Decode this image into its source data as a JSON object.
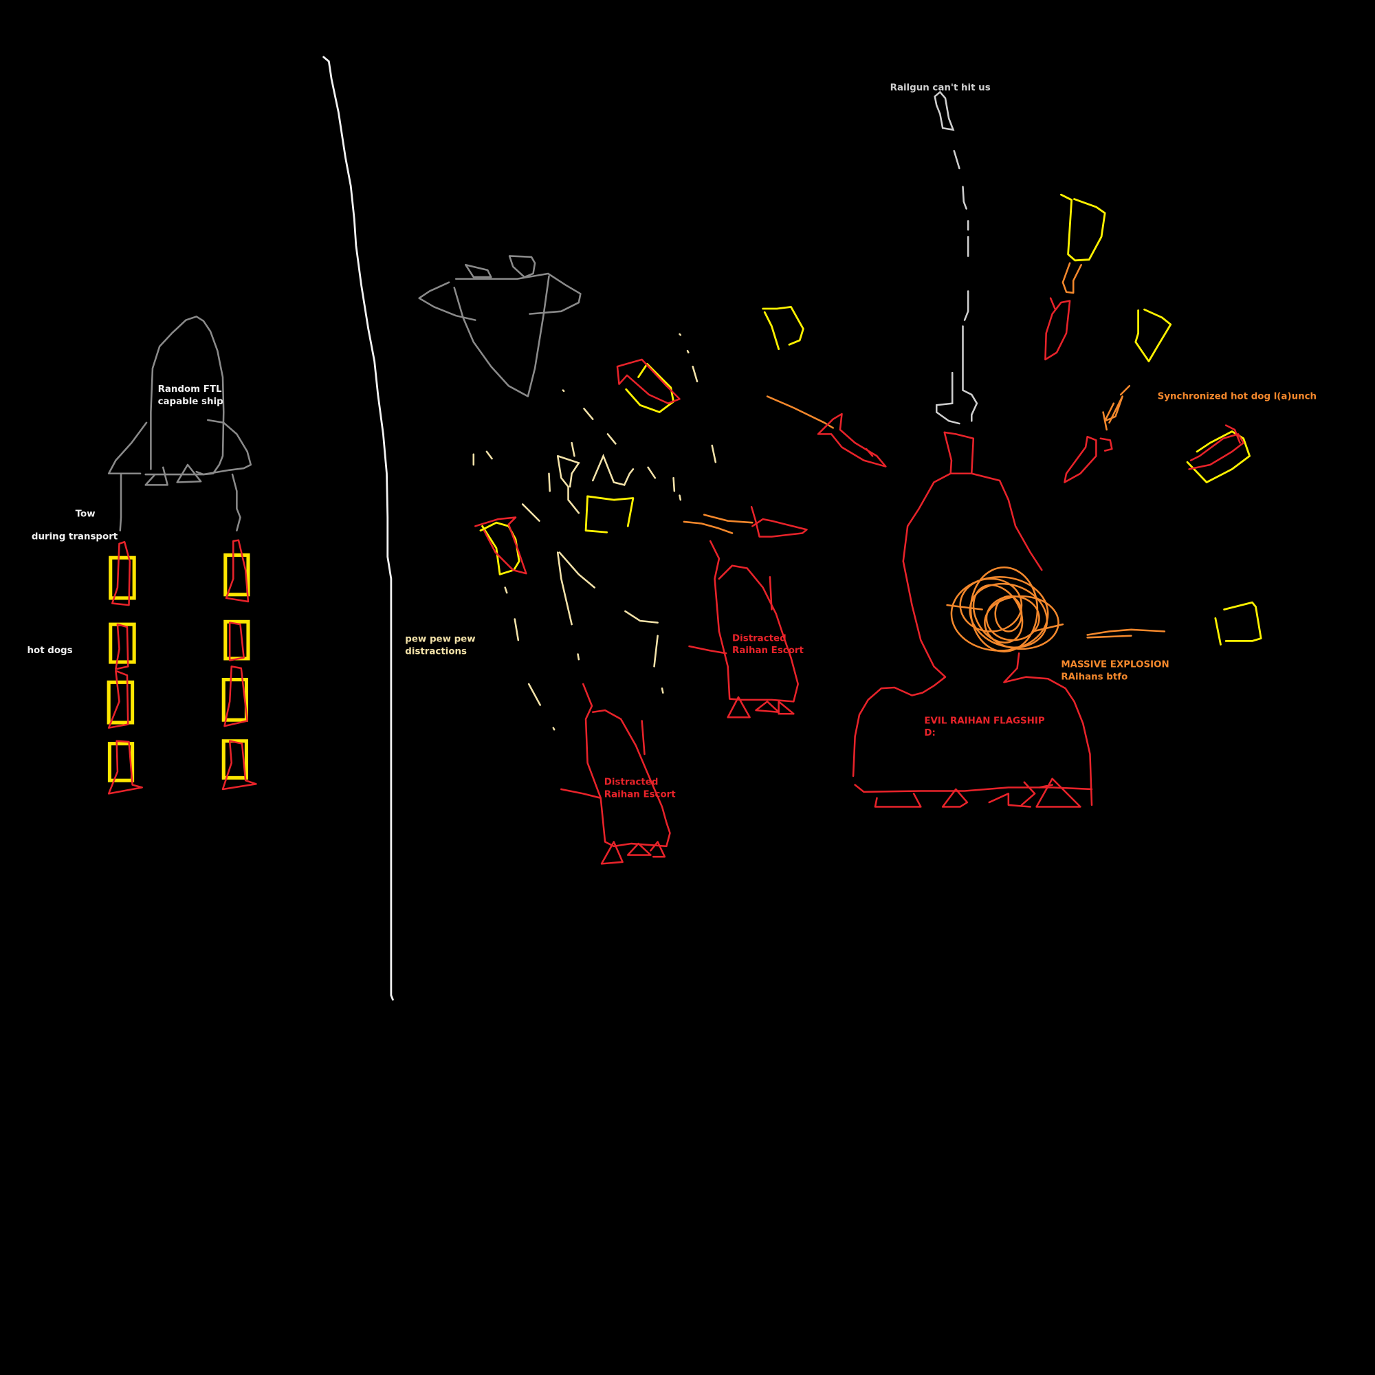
{
  "labels": {
    "ftl_ship": [
      "Random FTL",
      "capable ship"
    ],
    "tow": "Tow",
    "during_transport": "during transport",
    "hot_dogs": "hot dogs",
    "pew": [
      "pew pew pew",
      "distractions"
    ],
    "railgun": "Railgun can't hit us",
    "sync_launch": "Synchronized hot dog l(a)unch",
    "escort1": [
      "Distracted",
      "Raihan Escort"
    ],
    "escort2": [
      "Distracted",
      "Raihan Escort"
    ],
    "explosion": [
      "MASSIVE EXPLOSION",
      "RAihans btfo"
    ],
    "flagship": [
      "EVIL RAIHAN FLAGSHIP",
      "D:"
    ]
  },
  "colors": {
    "background": "#000000",
    "red": "#e8232a",
    "orange": "#f4882c",
    "yellow": "#fff200",
    "gray": "#8a8a8a",
    "cream": "#f3e2a9"
  }
}
